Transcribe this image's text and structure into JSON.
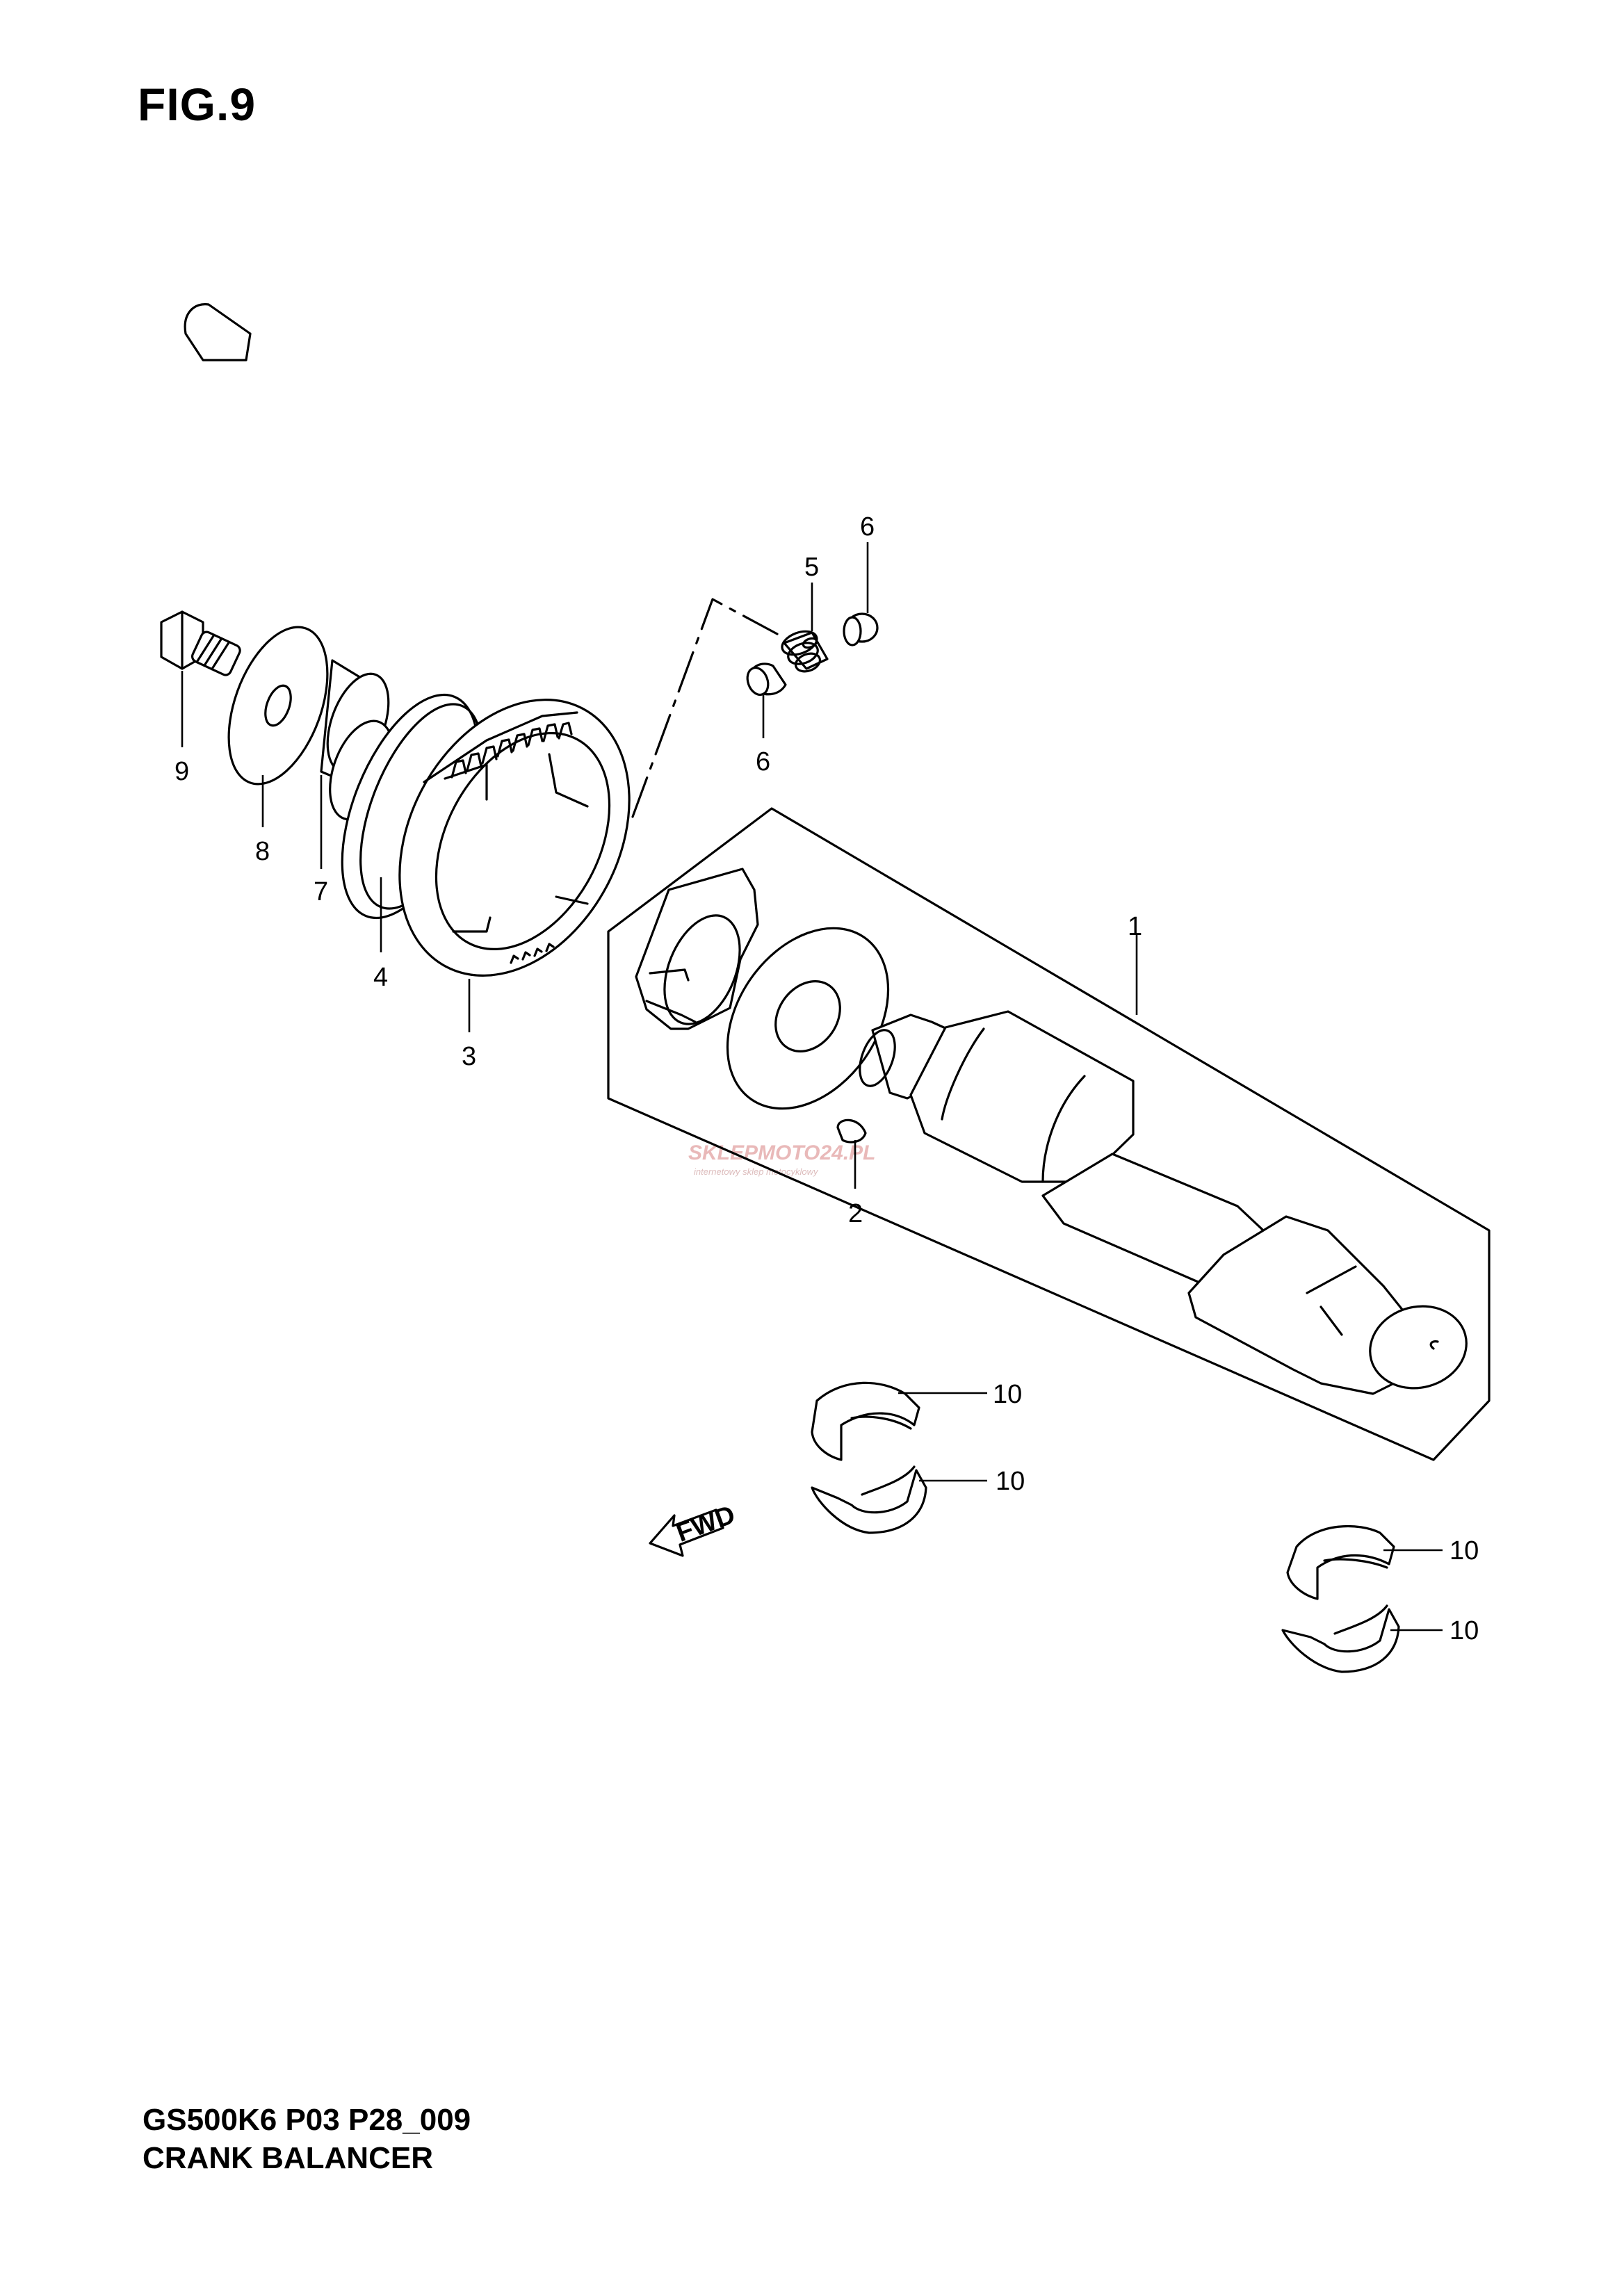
{
  "figure_label": "FIG.9",
  "model_code": "GS500K6 P03 P28_009",
  "assembly_name": "CRANK BALANCER",
  "watermark": {
    "brand": "SKLEPMOTO24.PL",
    "tagline": "internetowy sklep motocyklowy"
  },
  "callouts": {
    "c1": "1",
    "c2": "2",
    "c3": "3",
    "c4": "4",
    "c5": "5",
    "c6a": "6",
    "c6b": "6",
    "c7": "7",
    "c8": "8",
    "c9": "9",
    "c10a": "10",
    "c10b": "10",
    "c10c": "10",
    "c10d": "10"
  },
  "fwd_marker": "FWD"
}
